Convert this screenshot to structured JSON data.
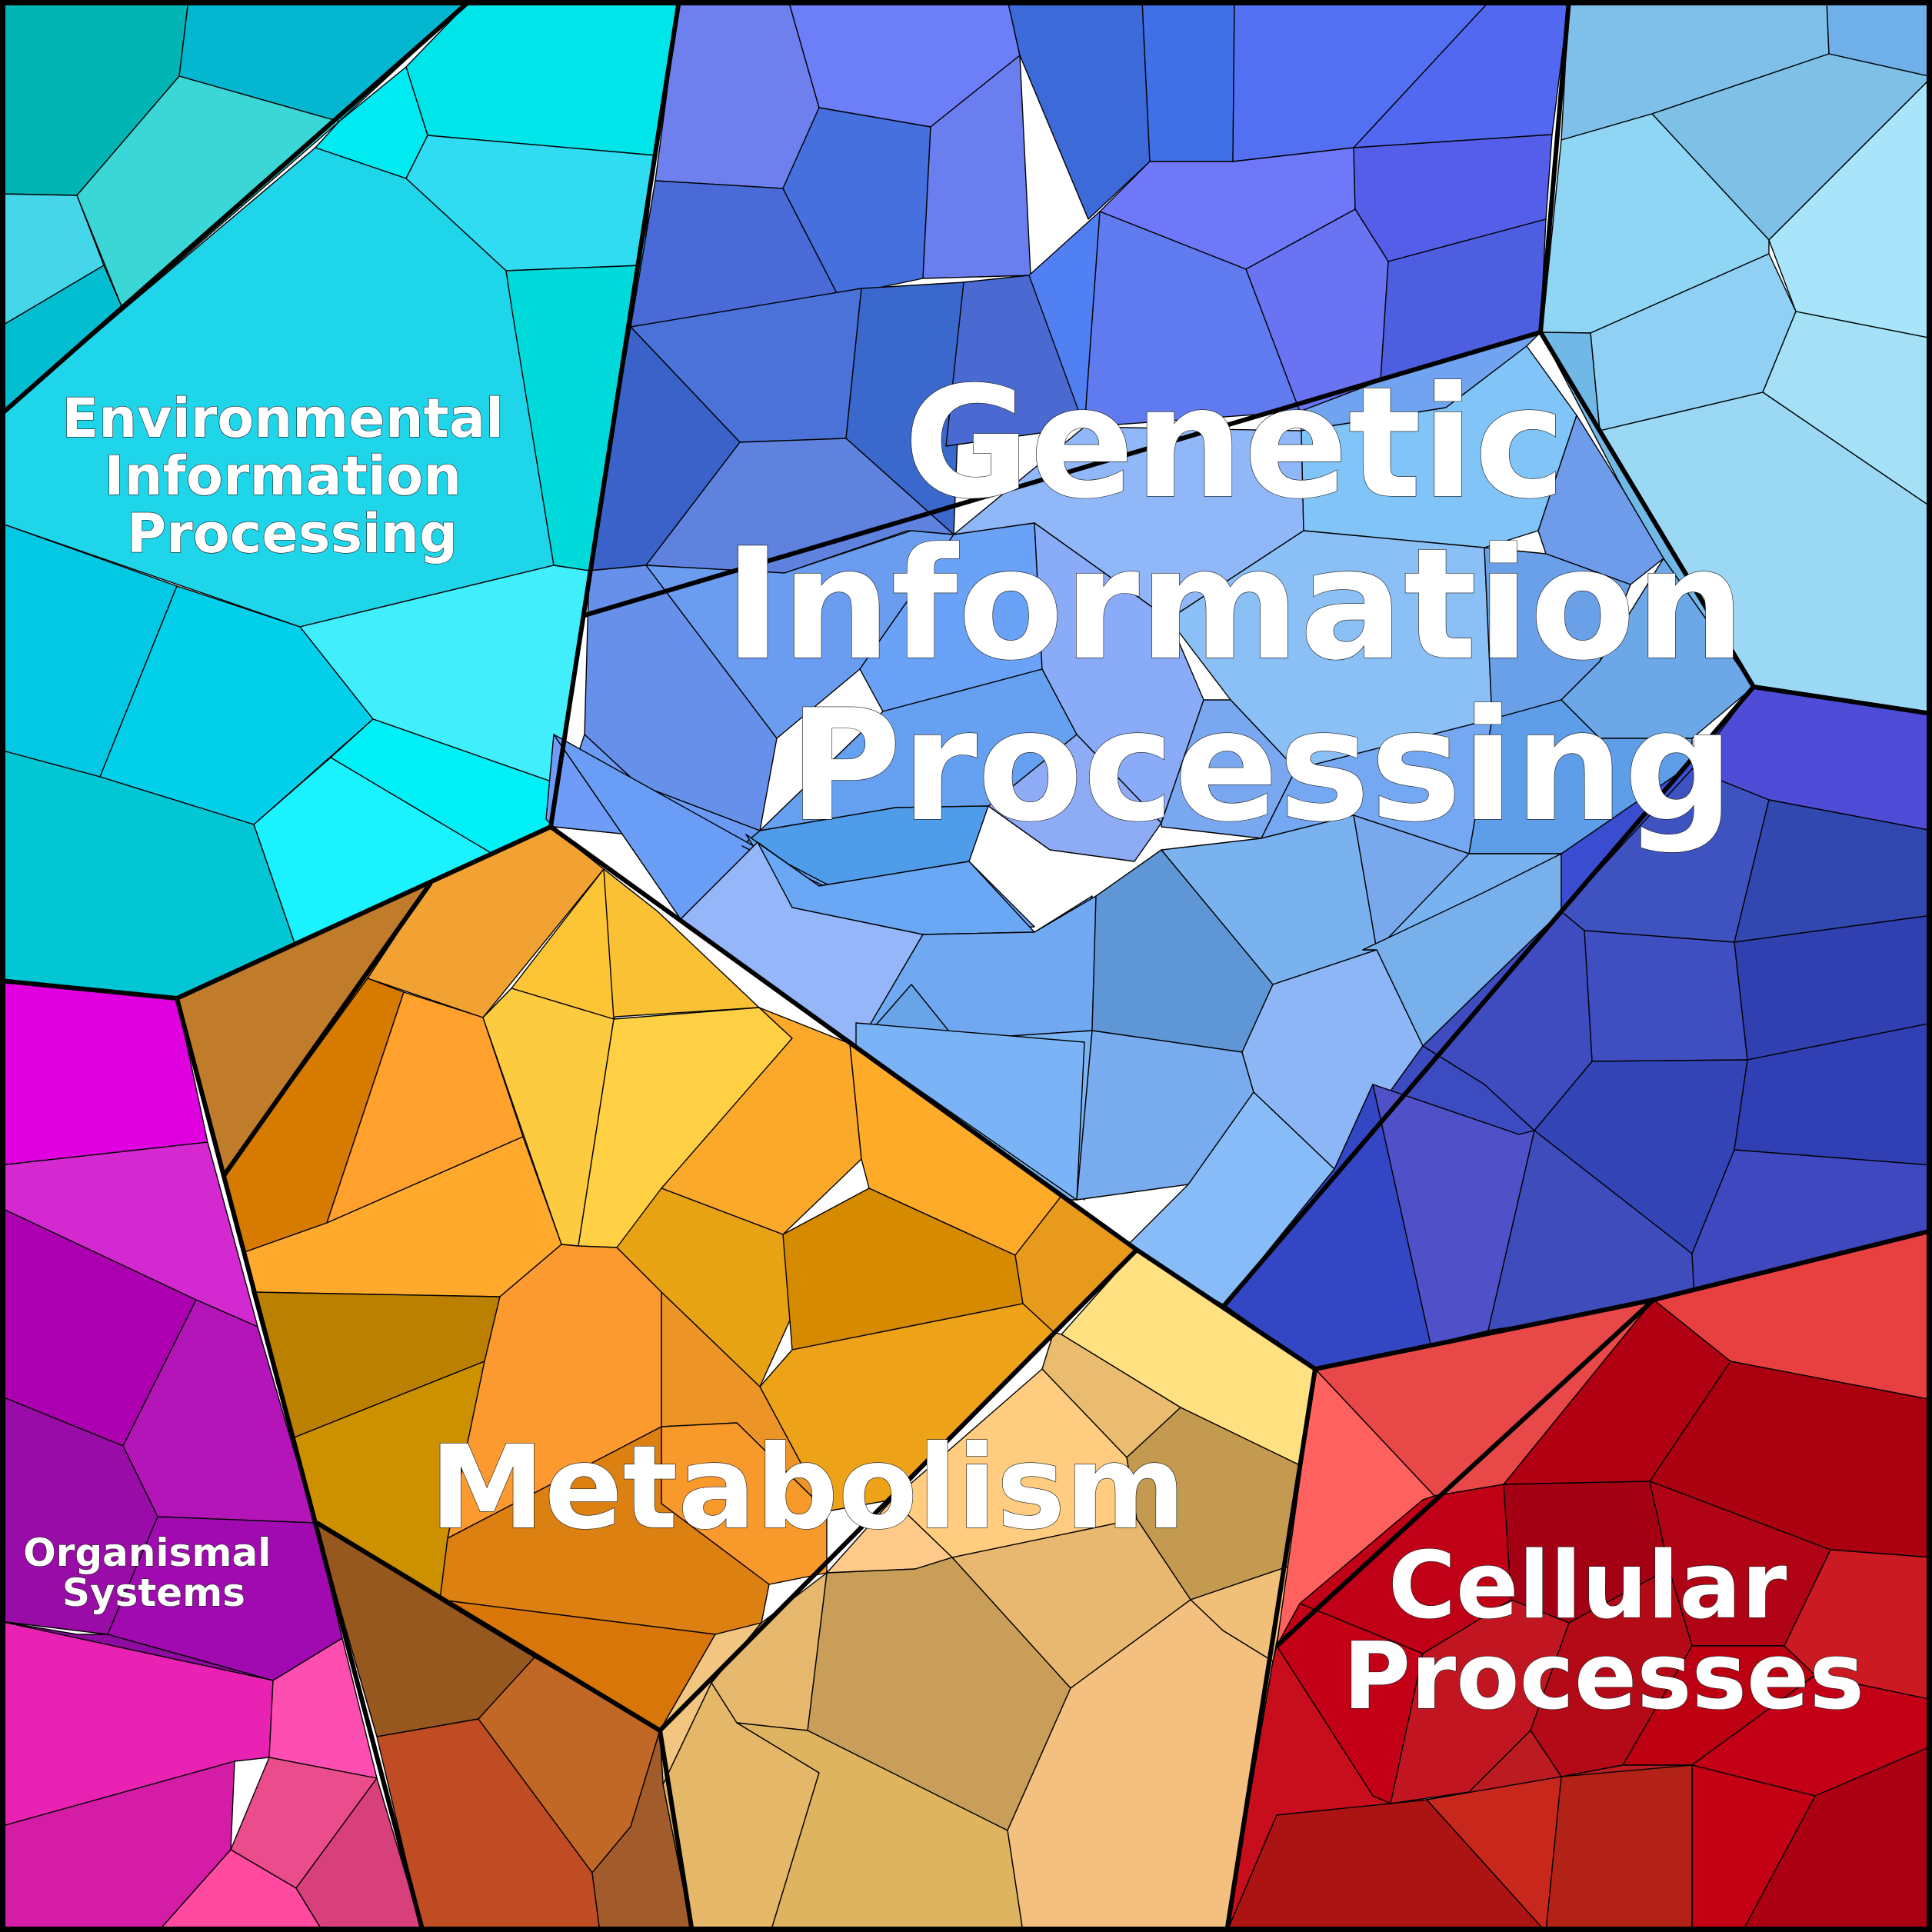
{
  "diagram": {
    "type": "voronoi-treemap",
    "categories": [
      {
        "key": "environmental",
        "label_lines": [
          "Environmental",
          "Information",
          "Processing"
        ],
        "base_color": "#1ad8ec"
      },
      {
        "key": "genetic",
        "label_lines": [
          "Genetic",
          "Information",
          "Processing"
        ],
        "base_color": "#6c8cf0"
      },
      {
        "key": "metabolism",
        "label_lines": [
          "Metabolism"
        ],
        "base_color": "#f2a830"
      },
      {
        "key": "organismal",
        "label_lines": [
          "Organismal",
          "Systems"
        ],
        "base_color": "#c21cc2"
      },
      {
        "key": "cellular",
        "label_lines": [
          "Cellular",
          "Processes"
        ],
        "base_color": "#c0101c"
      }
    ]
  }
}
